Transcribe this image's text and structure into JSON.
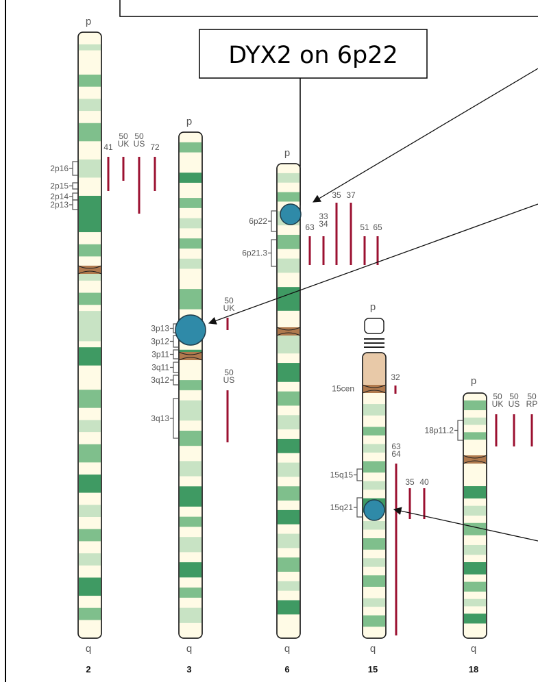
{
  "callout": {
    "label": "DYX2 on 6p22"
  },
  "arm_labels": {
    "p": "p",
    "q": "q"
  },
  "chromosomes": [
    {
      "id": "2",
      "number": "2",
      "bands": [
        "2p16",
        "2p15",
        "2p14",
        "2p13"
      ],
      "studies": [
        "41",
        "50 UK",
        "50 US",
        "72"
      ]
    },
    {
      "id": "3",
      "number": "3",
      "bands": [
        "3p13",
        "3p12",
        "3p11",
        "3q11",
        "3q12",
        "3q13"
      ],
      "studies": [
        "50 UK",
        "50 US"
      ]
    },
    {
      "id": "6",
      "number": "6",
      "bands": [
        "6p22",
        "6p21.3"
      ],
      "studies": [
        "63",
        "33 34",
        "35",
        "37",
        "51",
        "65"
      ]
    },
    {
      "id": "15",
      "number": "15",
      "bands": [
        "15cen",
        "15q15",
        "15q21"
      ],
      "studies": [
        "32",
        "63 64",
        "35",
        "40"
      ]
    },
    {
      "id": "18",
      "number": "18",
      "bands": [
        "18p11.2"
      ],
      "studies": [
        "50 UK",
        "50 US",
        "50 RP"
      ]
    }
  ],
  "highlighted_loci": [
    "6p22",
    "3p13",
    "15q21"
  ],
  "colors": {
    "band_green_dark": "#3f9a63",
    "band_green_mid": "#7fbf8c",
    "band_green_light": "#c8e3c4",
    "chrom_base": "#fffbe6",
    "centromere": "#b07a4e",
    "satellite": "#e8c9a8",
    "study_line": "#9b1030",
    "marker": "#2f8aa8",
    "outline": "#222222",
    "label": "#555555"
  }
}
